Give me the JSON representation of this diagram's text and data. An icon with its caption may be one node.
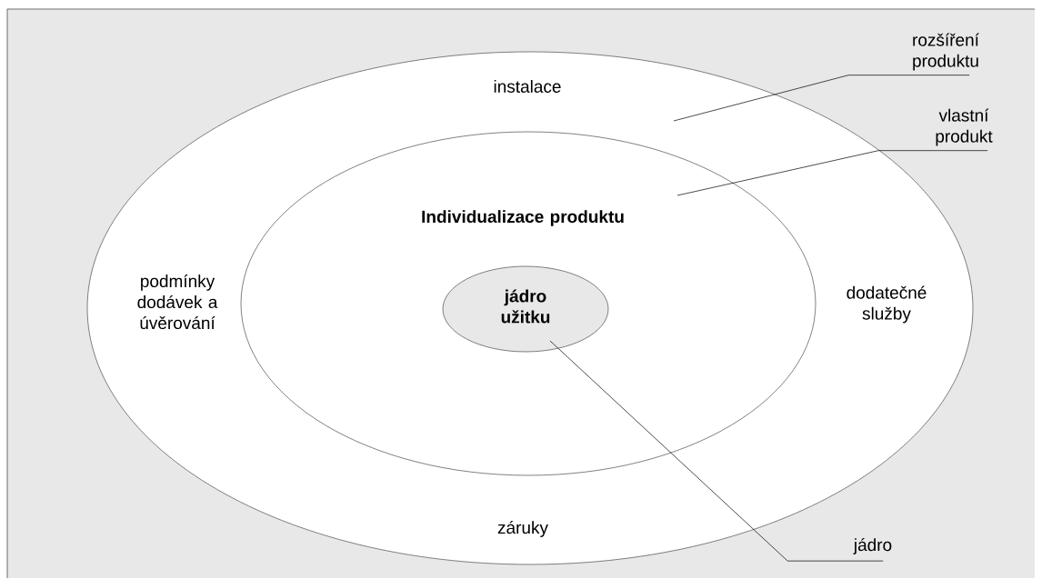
{
  "diagram": {
    "nodes": [
      {
        "text": [
          "instalace",
          "podmínky dodávek a úvěrování",
          "dodatečné služby",
          "záruky"
        ]
      },
      {
        "text": [
          "Individualizace produktu"
        ],
        "in": 0
      },
      {
        "text": [
          "jádro užitku"
        ],
        "in": 1
      },
      {
        "text": [
          "rozšíření produktu"
        ]
      },
      {
        "text": [
          "vlastní produkt"
        ]
      },
      {
        "text": [
          "jádro"
        ]
      }
    ],
    "edges": [
      {
        "from": 3,
        "to": 0,
        "arrow": "none"
      },
      {
        "from": 4,
        "to": 1,
        "arrow": "none"
      },
      {
        "from": 5,
        "to": 2,
        "arrow": "none"
      }
    ]
  }
}
